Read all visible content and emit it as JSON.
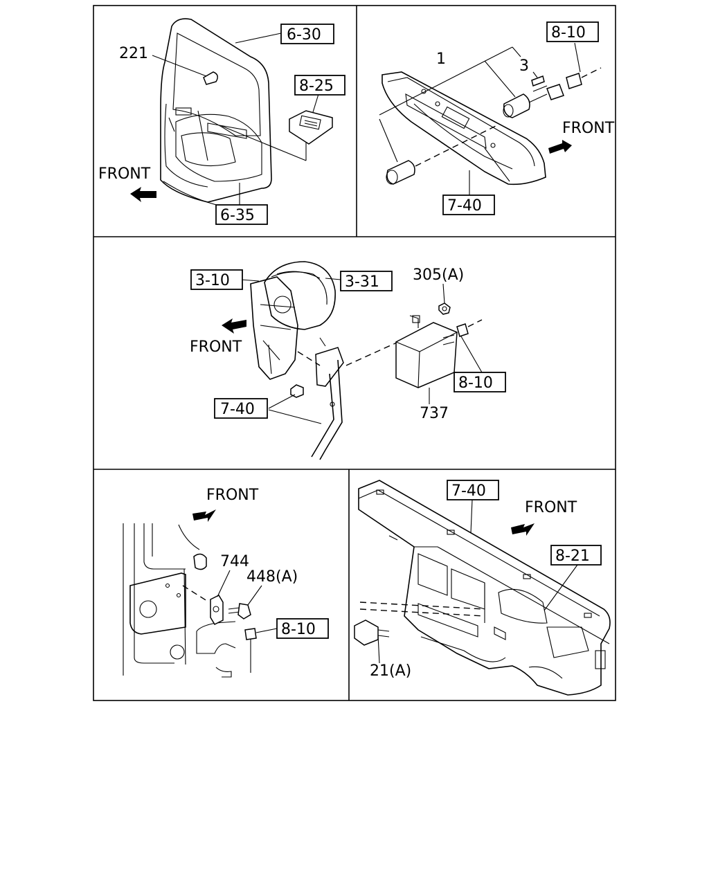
{
  "panels": {
    "door": {
      "callouts": {
        "r630": "6-30",
        "r825": "8-25",
        "r635": "6-35"
      },
      "parts": {
        "p221": "221"
      },
      "front": "FRONT"
    },
    "console": {
      "callouts": {
        "r810": "8-10",
        "r740": "7-40"
      },
      "parts": {
        "p1": "1",
        "p3": "3"
      },
      "front": "FRONT"
    },
    "pedal": {
      "callouts": {
        "r331": "3-31",
        "r310": "3-10",
        "r810": "8-10",
        "r740": "7-40"
      },
      "parts": {
        "p305": "305(A)",
        "p737": "737"
      },
      "front": "FRONT"
    },
    "sensor": {
      "callouts": {
        "r810": "8-10"
      },
      "parts": {
        "p744": "744",
        "p448": "448(A)"
      },
      "front": "FRONT"
    },
    "dash": {
      "callouts": {
        "r740": "7-40",
        "r821": "8-21"
      },
      "parts": {
        "p21": "21(A)"
      },
      "front": "FRONT"
    }
  }
}
